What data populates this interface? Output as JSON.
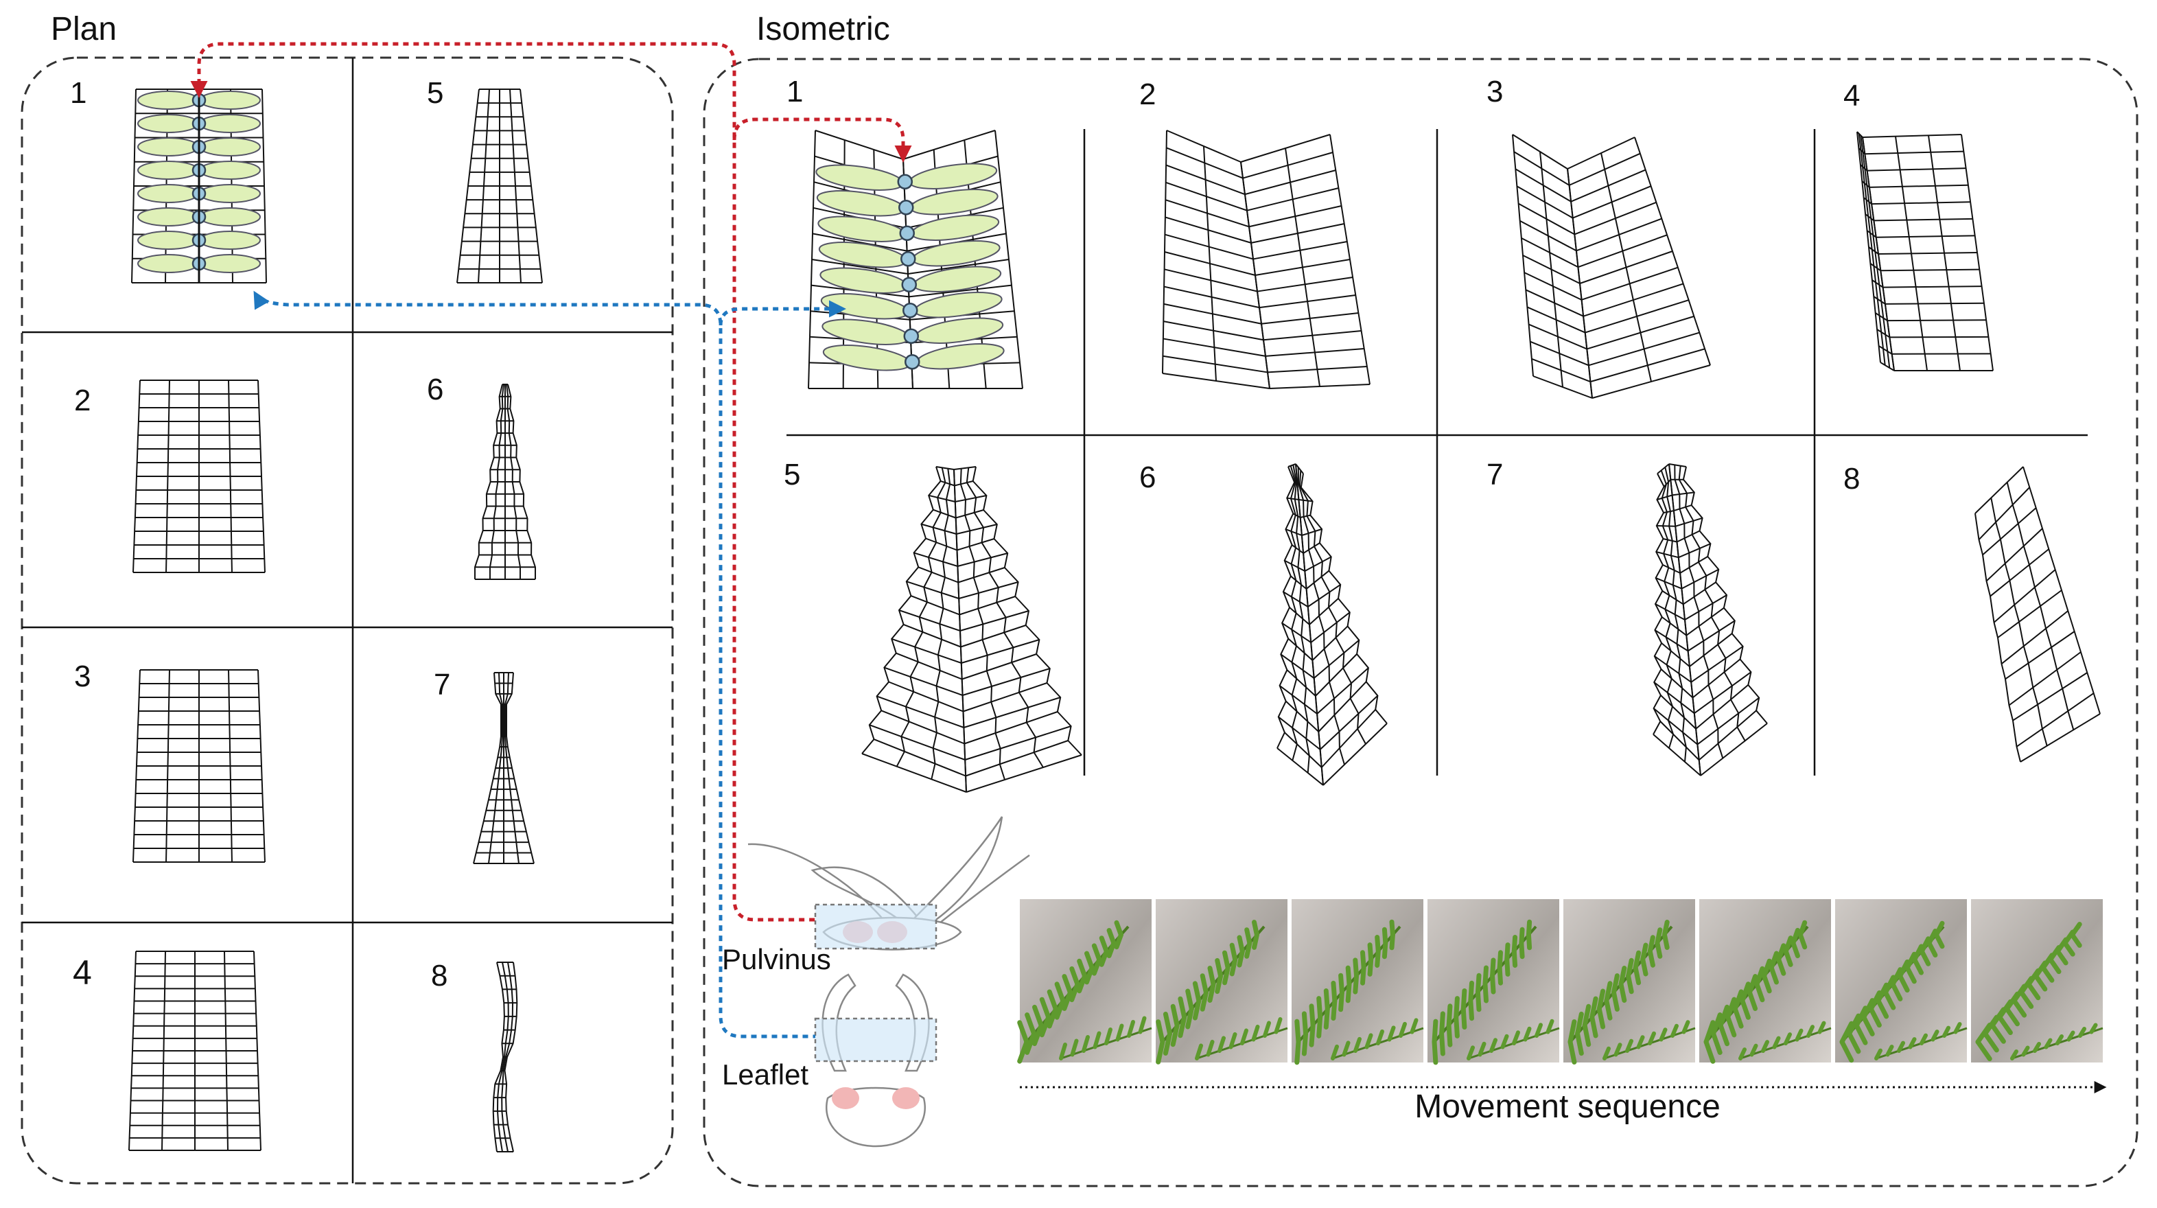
{
  "plan": {
    "title": "Plan",
    "cells": [
      {
        "num": "1",
        "shape": "leaflets"
      },
      {
        "num": "2",
        "shape": "trapezoid"
      },
      {
        "num": "3",
        "shape": "trapezoid"
      },
      {
        "num": "4",
        "shape": "trapezoid"
      },
      {
        "num": "5",
        "shape": "narrow"
      },
      {
        "num": "6",
        "shape": "spike"
      },
      {
        "num": "7",
        "shape": "hourglass"
      },
      {
        "num": "8",
        "shape": "sliver"
      }
    ]
  },
  "isometric": {
    "title": "Isometric",
    "cells": [
      {
        "num": "1",
        "shape": "leaflets-v"
      },
      {
        "num": "2",
        "shape": "v-fold"
      },
      {
        "num": "3",
        "shape": "v-fold-tight"
      },
      {
        "num": "4",
        "shape": "half-closed"
      },
      {
        "num": "5",
        "shape": "pointed"
      },
      {
        "num": "6",
        "shape": "twisted"
      },
      {
        "num": "7",
        "shape": "twisted-tight"
      },
      {
        "num": "8",
        "shape": "single-strip"
      }
    ]
  },
  "anatomy": {
    "pulvinus_label": "Pulvinus",
    "leaflet_label": "Leaflet"
  },
  "photos": {
    "frames": 8,
    "caption": "Movement sequence"
  },
  "colors": {
    "pulvinus_link": "#c8202a",
    "leaflet_link": "#1f78c0",
    "leaf_fill": "#dff0b8",
    "node_fill": "#9cc7df",
    "highlight_box": "#cfe6f7",
    "motor_cell": "#f2b6b6",
    "plant_green": "#5e9a2e"
  }
}
